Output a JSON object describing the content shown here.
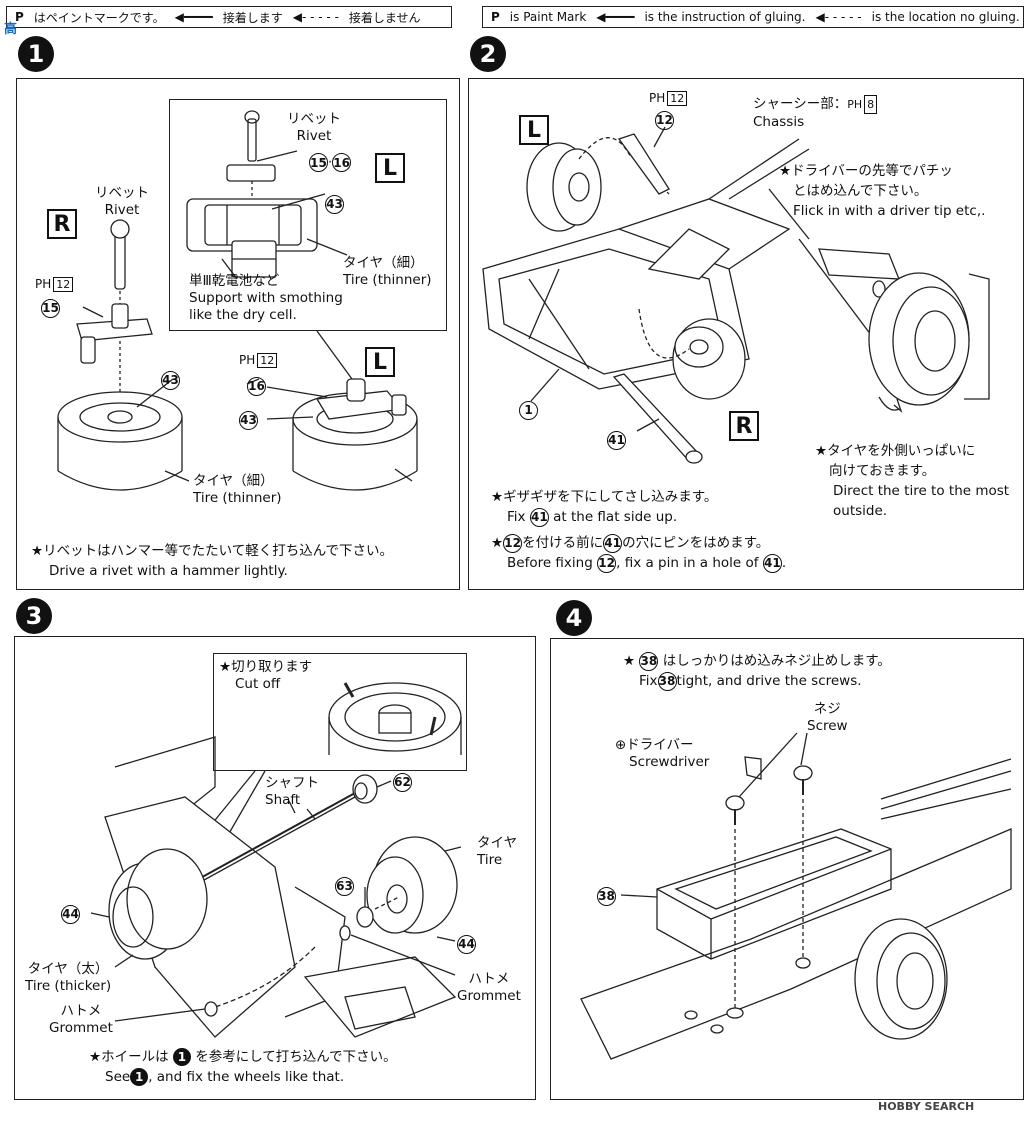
{
  "header": {
    "jp_paint": "はペイントマークです。",
    "jp_glue": "接着します",
    "jp_noglue": "接着しません",
    "en_paint": "is Paint Mark",
    "en_glue": "is the instruction of gluing.",
    "en_noglue": "is the location no gluing."
  },
  "steps": [
    "1",
    "2",
    "3",
    "4"
  ],
  "step1": {
    "rivet_jp": "リベット",
    "rivet_en": "Rivet",
    "rivet2_jp": "リベット",
    "rivet2_en": "Rivet",
    "box_r": "R",
    "box_l": "L",
    "box_l2": "L",
    "pmark": "PH",
    "pmark_num": "12",
    "pmark2": "PH",
    "pmark2_num": "12",
    "part15": "15",
    "part43": "43",
    "part15_16a": "15",
    "part15_16b": "16",
    "part43b": "43",
    "part16": "16",
    "part43c": "43",
    "tire_jp": "タイヤ（細）",
    "tire_en": "Tire (thinner)",
    "tire2_jp": "タイヤ（細）",
    "tire2_en": "Tire (thinner)",
    "support_jp": "単Ⅲ乾電池など",
    "support_en1": "Support with smothing",
    "support_en2": "like the dry cell.",
    "note_jp": "★リベットはハンマー等でたたいて軽く打ち込んで下さい。",
    "note_en": "Drive a rivet with a hammer lightly."
  },
  "step2": {
    "box_l": "L",
    "box_r": "R",
    "pmark": "PH",
    "pmark_num": "12",
    "part12": "12",
    "part1": "1",
    "part41": "41",
    "chassis_jp": "シャーシー部：",
    "chassis_pm": "PH",
    "chassis_num": "8",
    "chassis_en": "Chassis",
    "flick_jp1": "★ドライバーの先等でパチッ",
    "flick_jp2": "とはめ込んで下さい。",
    "flick_en": "Flick in with a driver tip etc,.",
    "tire_jp1": "★タイヤを外側いっぱいに",
    "tire_jp2": "向けておきます。",
    "tire_en1": "Direct the tire to the most",
    "tire_en2": "outside.",
    "note1_jp": "★ギザギザを下にしてさし込みます。",
    "note1_en_a": "Fix",
    "note1_en_num": "41",
    "note1_en_b": "at the flat side up.",
    "note2_jp_num1": "12",
    "note2_jp_a": "を付ける前に",
    "note2_jp_num2": "41",
    "note2_jp_b": "の穴にピンをはめます。",
    "note2_en_a": "Before fixing",
    "note2_en_num1": "12",
    "note2_en_b": ", fix a pin in a hole of",
    "note2_en_num2": "41",
    "note2_en_c": "."
  },
  "step3": {
    "cut_jp": "★切り取ります",
    "cut_en": "Cut off",
    "shaft_jp": "シャフト",
    "shaft_en": "Shaft",
    "part62": "62",
    "tire_jp": "タイヤ",
    "tire_en": "Tire",
    "part63": "63",
    "part44a": "44",
    "part44b": "44",
    "tire_thick_jp": "タイヤ（太）",
    "tire_thick_en": "Tire (thicker)",
    "grommet_jp": "ハトメ",
    "grommet_en": "Grommet",
    "grommet2_jp": "ハトメ",
    "grommet2_en": "Grommet",
    "note_jp_a": "★ホイールは",
    "note_jp_num": "1",
    "note_jp_b": "を参考にして打ち込んで下さい。",
    "note_en_a": "See",
    "note_en_num": "1",
    "note_en_b": ", and fix the wheels like that."
  },
  "step4": {
    "note_jp_a": "★",
    "note_jp_num": "38",
    "note_jp_b": "はしっかりはめ込みネジ止めします。",
    "note_en_a": "Fix",
    "note_en_num": "38",
    "note_en_b": "tight, and drive the screws.",
    "screw_jp": "ネジ",
    "screw_en": "Screw",
    "driver_jp": "⊕ドライバー",
    "driver_en": "Screwdriver",
    "part38": "38"
  },
  "watermark": {
    "logo": "高",
    "site": "HOBBY SEARCH"
  }
}
